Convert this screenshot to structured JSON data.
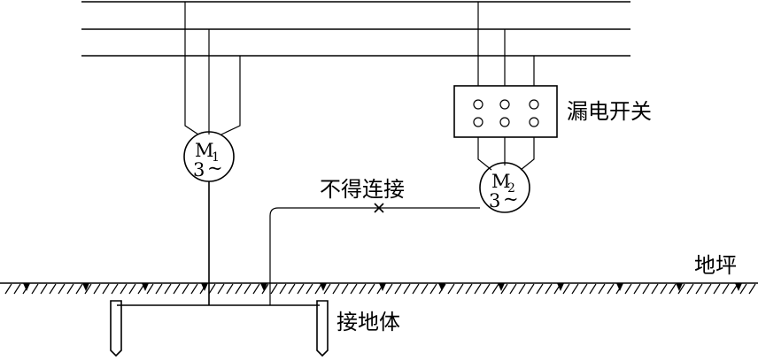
{
  "labels": {
    "leakage_switch": "漏电开关",
    "no_connection": "不得连接",
    "ground_floor": "地坪",
    "grounding_body": "接地体"
  },
  "motors": [
    {
      "main": "M",
      "sub": "1",
      "phase": "3",
      "tilde": "~"
    },
    {
      "main": "M",
      "sub": "2",
      "phase": "3",
      "tilde": "~"
    }
  ]
}
